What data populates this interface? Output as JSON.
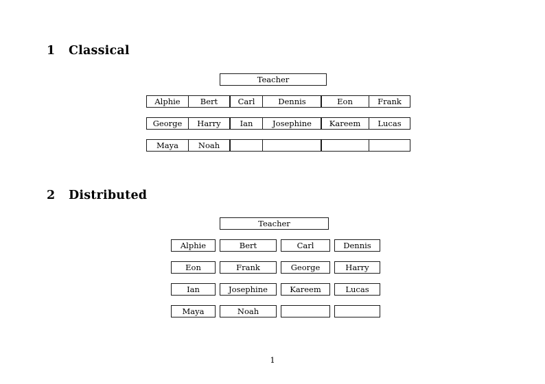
{
  "document": {
    "page_number": "1"
  },
  "sections": [
    {
      "number": "1",
      "title": "Classical",
      "root": {
        "label": "Teacher"
      },
      "groups": [
        {
          "rows": [
            [
              "Alphie",
              "Bert"
            ],
            [
              "George",
              "Harry"
            ],
            [
              "Maya",
              "Noah"
            ]
          ]
        },
        {
          "rows": [
            [
              "Carl",
              "Dennis"
            ],
            [
              "Ian",
              "Josephine"
            ],
            [
              "",
              ""
            ]
          ]
        },
        {
          "rows": [
            [
              "Eon",
              "Frank"
            ],
            [
              "Kareem",
              "Lucas"
            ],
            [
              "",
              ""
            ]
          ]
        }
      ]
    },
    {
      "number": "2",
      "title": "Distributed",
      "root": {
        "label": "Teacher"
      },
      "rows": [
        [
          "Alphie",
          "Bert",
          "Carl",
          "Dennis"
        ],
        [
          "Eon",
          "Frank",
          "George",
          "Harry"
        ],
        [
          "Ian",
          "Josephine",
          "Kareem",
          "Lucas"
        ],
        [
          "Maya",
          "Noah",
          "",
          ""
        ]
      ]
    }
  ]
}
